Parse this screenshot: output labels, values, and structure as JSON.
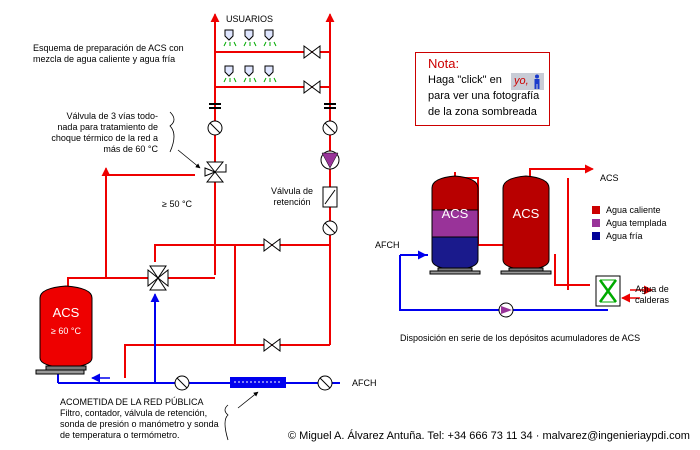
{
  "labels": {
    "usuarios": "USUARIOS",
    "scheme_title": "Esquema de preparación de ACS con mezcla de agua caliente y agua fría",
    "valve3_note": "Válvula de 3 vías todo-nada para tratamiento de choque térmico de la red a más de 60 °C",
    "temp50": "≥ 50 °C",
    "check_valve": "Válvula de retención",
    "tank_label": "ACS",
    "tank_temp": "≥ 60 °C",
    "acometida_title": "ACOMETIDA DE LA RED PÚBLICA",
    "acometida_desc": "Filtro, contador, válvula de retención, sonda de presión o manómetro y sonda de temperatura o termómetro.",
    "afch_main": "AFCH",
    "afch_right": "AFCH",
    "acs_right": "ACS",
    "tank_a": "ACS",
    "tank_b": "ACS",
    "agua_calderas": "Agua de calderas",
    "series_caption": "Disposición en serie de los depósitos acumuladores de ACS"
  },
  "nota": {
    "title": "Nota:",
    "line1": "Haga \"click\" en",
    "link": "yo,",
    "line2": "para ver una fotografía",
    "line3": "de la zona sombreada"
  },
  "legend": [
    {
      "label": "Agua caliente",
      "color": "#cc0000"
    },
    {
      "label": "Agua templada",
      "color": "#993399"
    },
    {
      "label": "Agua fría",
      "color": "#000099"
    }
  ],
  "footer": "© Miguel A. Álvarez Antuña. Tel: +34 666 73 11 34  ·  malvarez@ingenieriaypdi.com",
  "colors": {
    "hot": "#ee0000",
    "cold": "#0000ee",
    "tank_red": "#b80000",
    "tank_purple": "#993399",
    "tank_blue": "#1a1a8c"
  }
}
